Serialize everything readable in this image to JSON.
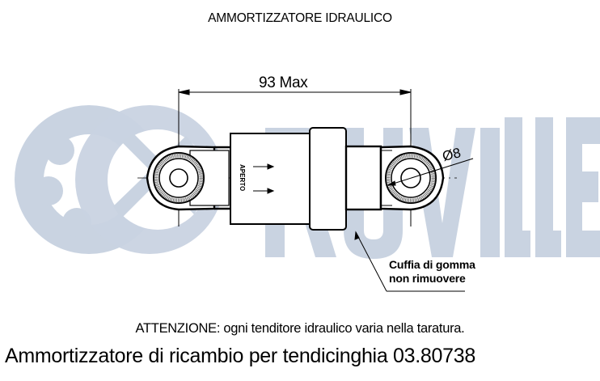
{
  "drawing": {
    "title": "AMMORTIZZATORE IDRAULICO",
    "dimension_label": "93 Max",
    "diameter_label": "Ø8",
    "body_marking": "APERTO",
    "callout_line1": "Cuffia di gomma",
    "callout_line2": "non rimuovere",
    "warning_prefix": "ATTENZIONE:",
    "warning_text": " ogni tenditore idraulico varia nella taratura.",
    "caption": "Ammortizzatore di ricambio per tendicinghia 03.80738"
  },
  "watermark": {
    "brand": "RUVILLE",
    "color": "#c9d3e1"
  },
  "colors": {
    "line": "#000000",
    "background": "#ffffff"
  }
}
